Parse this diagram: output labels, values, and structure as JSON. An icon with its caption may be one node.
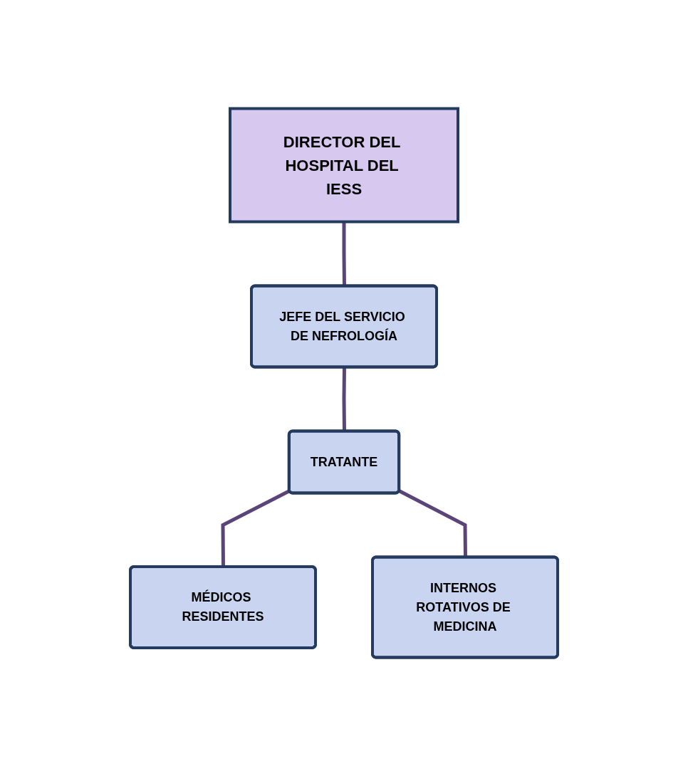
{
  "diagram": {
    "nodes": [
      {
        "text": [
          "DIRECTOR DEL HOSPITAL DEL IESS"
        ]
      },
      {
        "text": [
          "JEFE DEL SERVICIO DE NEFROLOGÍA"
        ]
      },
      {
        "text": [
          "TRATANTE"
        ]
      },
      {
        "text": [
          "MÉDICOS RESIDENTES"
        ]
      },
      {
        "text": [
          "INTERNOS ROTATIVOS DE MEDICINA"
        ]
      }
    ],
    "edges": [
      {
        "from": 0,
        "to": 1,
        "arrow": "none"
      },
      {
        "from": 1,
        "to": 2,
        "arrow": "none"
      },
      {
        "from": 2,
        "to": 3,
        "arrow": "none"
      },
      {
        "from": 2,
        "to": 4,
        "arrow": "none"
      }
    ]
  }
}
